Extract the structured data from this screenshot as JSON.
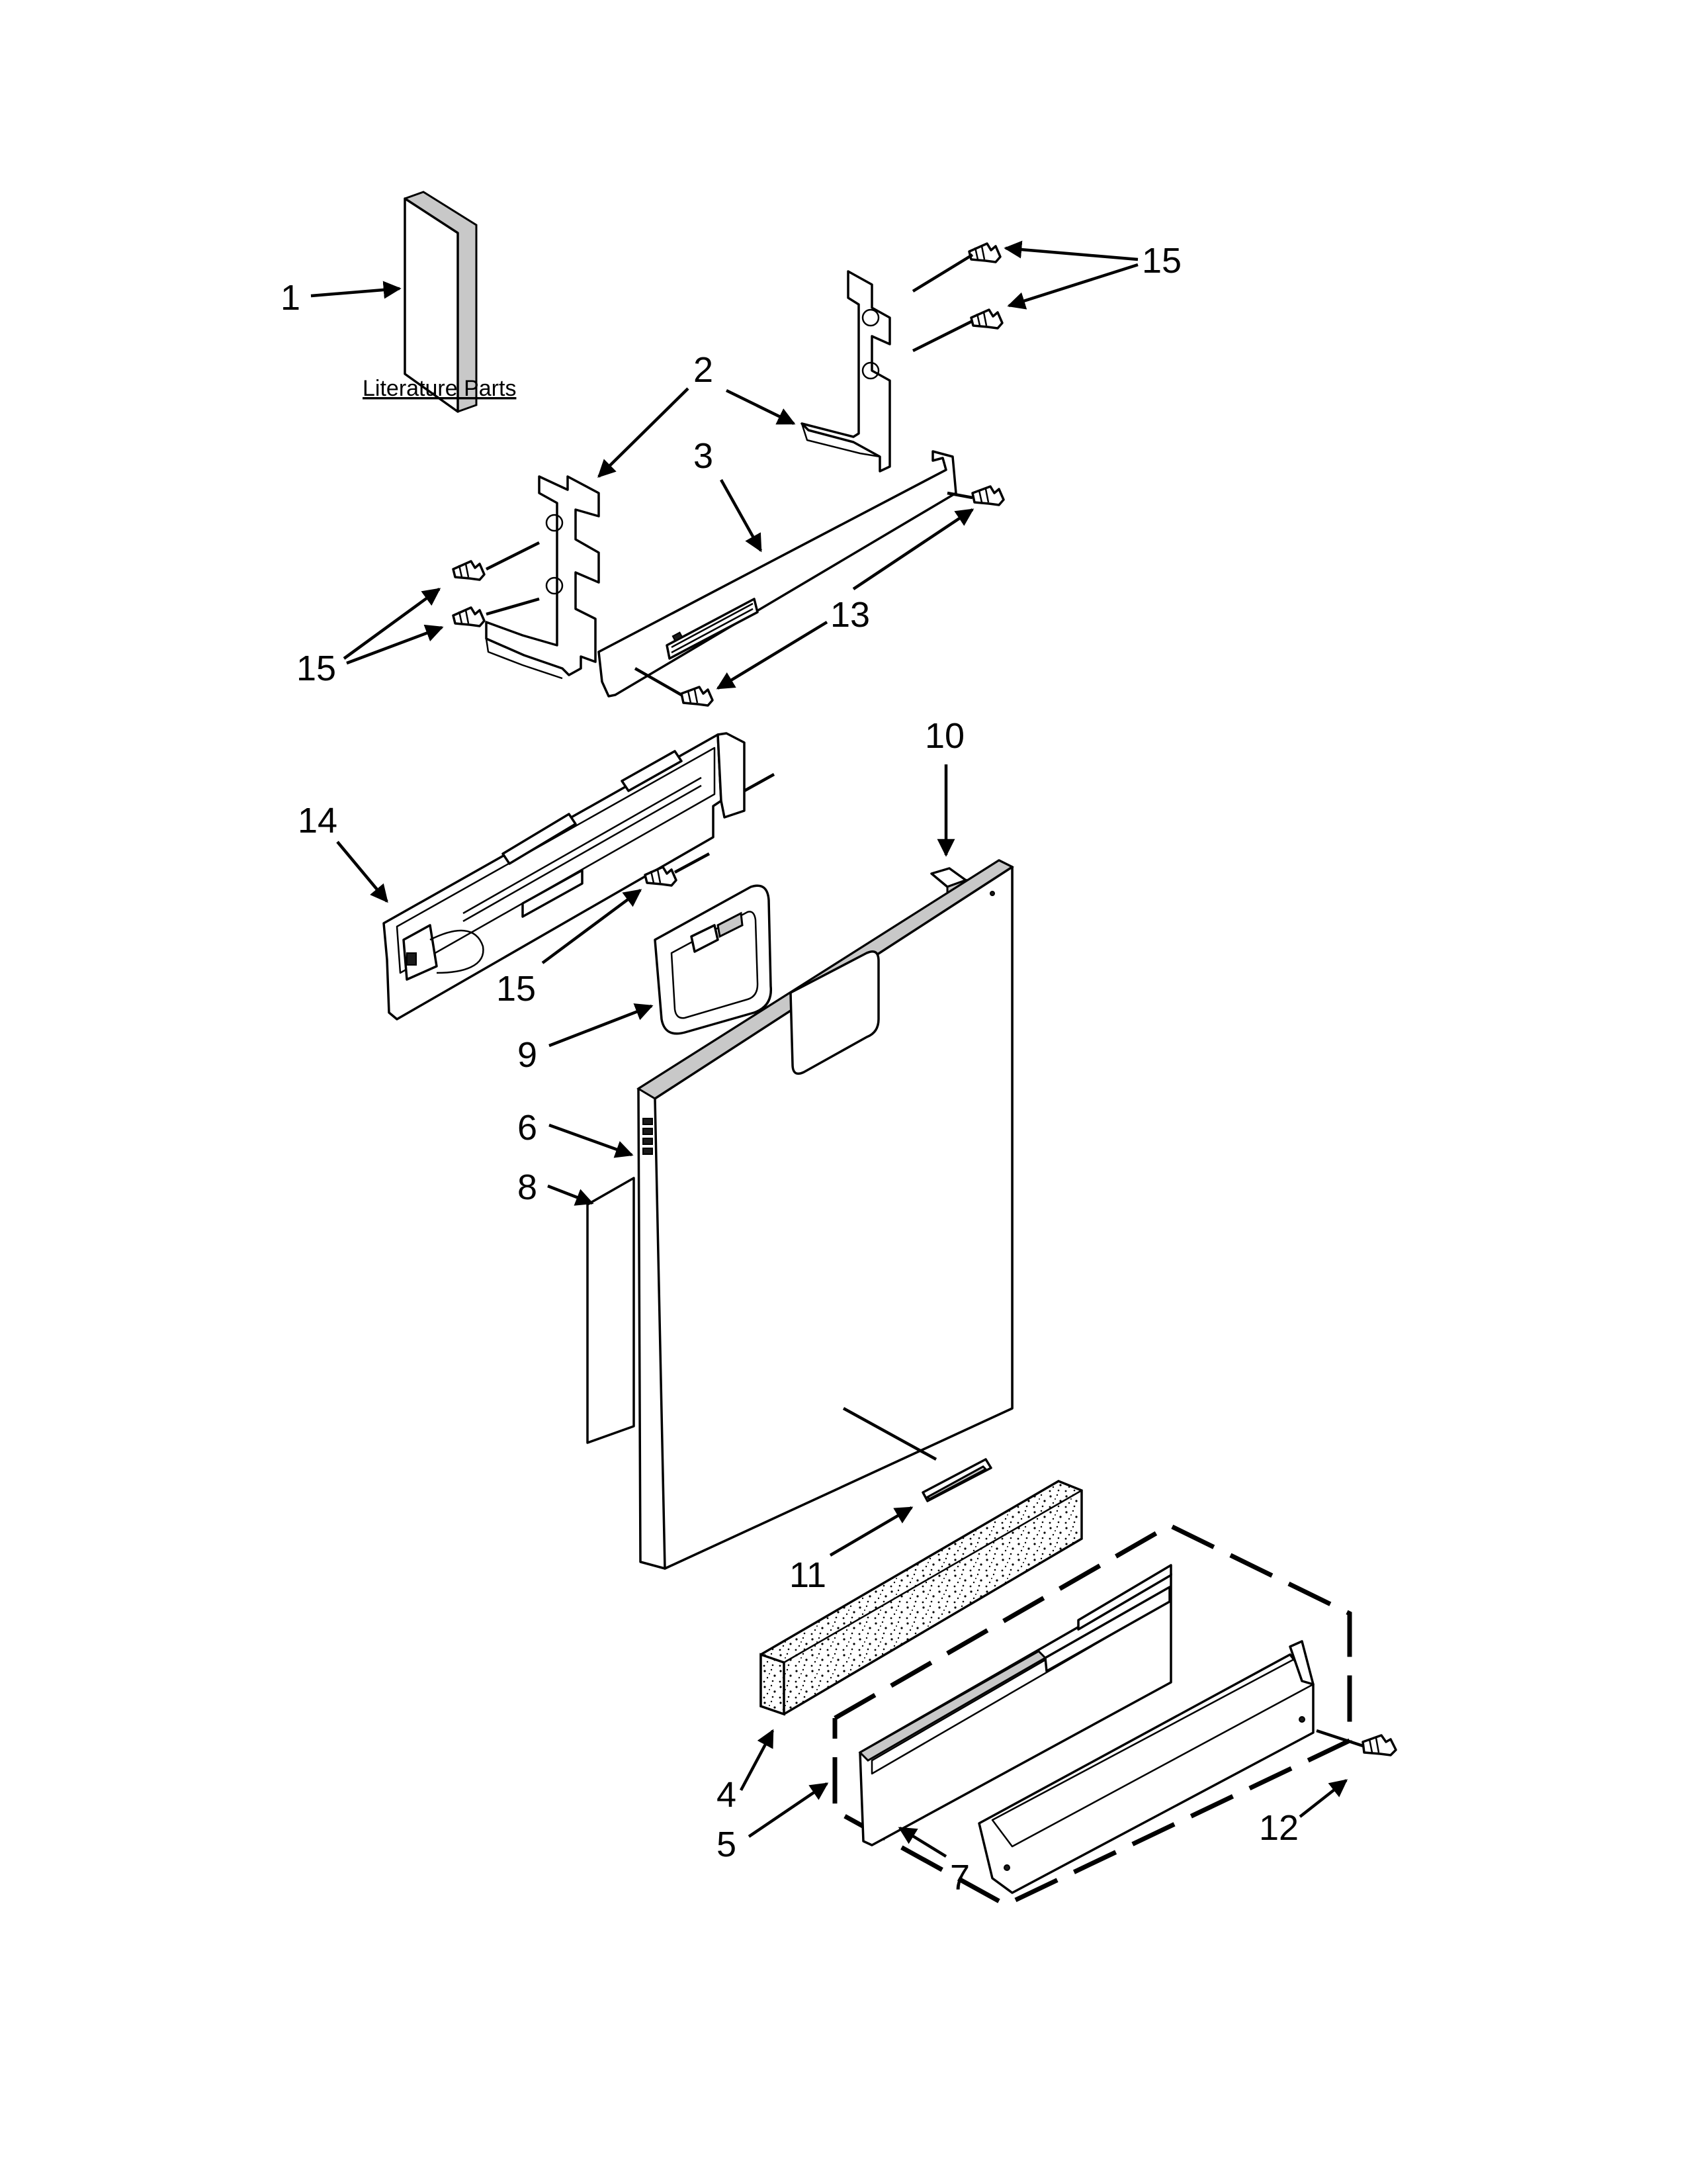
{
  "diagram": {
    "literature_label": "Literature Parts",
    "callouts": {
      "c1": "1",
      "c2": "2",
      "c3": "3",
      "c4": "4",
      "c5": "5",
      "c6": "6",
      "c7": "7",
      "c8": "8",
      "c9": "9",
      "c10": "10",
      "c11": "11",
      "c12": "12",
      "c13": "13",
      "c14": "14",
      "c15a": "15",
      "c15b": "15",
      "c15c": "15"
    }
  }
}
